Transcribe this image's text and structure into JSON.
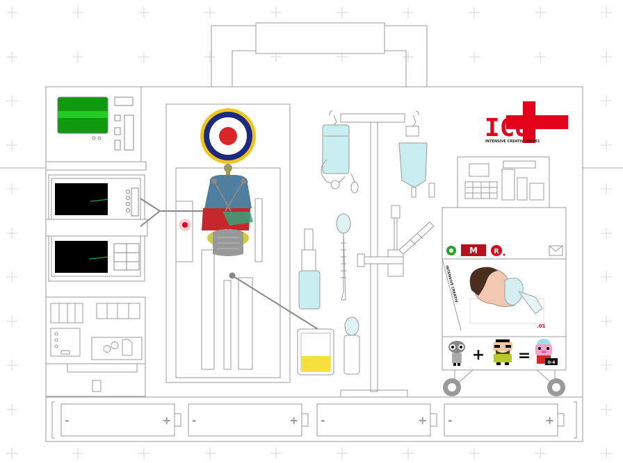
{
  "brand": {
    "title": "ICU",
    "subtitle": "INTENSIVE CREATIV UNIT.01",
    "accent": "#e3001b"
  },
  "cart_nav": {
    "icons": [
      "chat-icon",
      "m-logo-icon",
      "r-logo-icon",
      "mail-icon"
    ]
  },
  "photo": {
    "side_caption": "INTENSIVE CREATIV",
    "number": ".01"
  },
  "equation": {
    "plus": "+",
    "equals": "=",
    "badge": "0-4"
  },
  "batteries": [
    {
      "minus": "-",
      "plus": "+"
    },
    {
      "minus": "-",
      "plus": "+"
    },
    {
      "minus": "-",
      "plus": "+"
    },
    {
      "minus": "-",
      "plus": "+"
    }
  ],
  "colors": {
    "monitor_green": "#0f9a10",
    "iv_fluid": "#c8eef0",
    "urine": "#f7e03c",
    "target_blue": "#1a2a80",
    "target_red": "#d9262b",
    "target_yellow": "#f0c419"
  }
}
